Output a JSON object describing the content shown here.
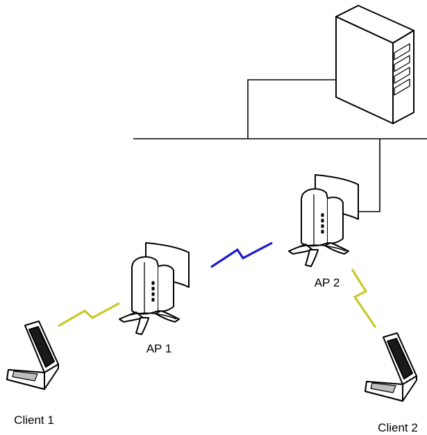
{
  "labels": {
    "ap1": "AP 1",
    "ap2": "AP 2",
    "client1": "Client 1",
    "client2": "Client 2"
  },
  "colors": {
    "wired": "#000000",
    "wireless_bridge": "#1a1acc",
    "wireless_client": "#c8c828",
    "device_fill": "#ffffff",
    "device_stroke": "#000000",
    "screen_fill": "#bfbfbf"
  },
  "icons": {
    "server": "server-tower-icon",
    "access_point": "access-point-icon",
    "laptop": "laptop-icon"
  }
}
